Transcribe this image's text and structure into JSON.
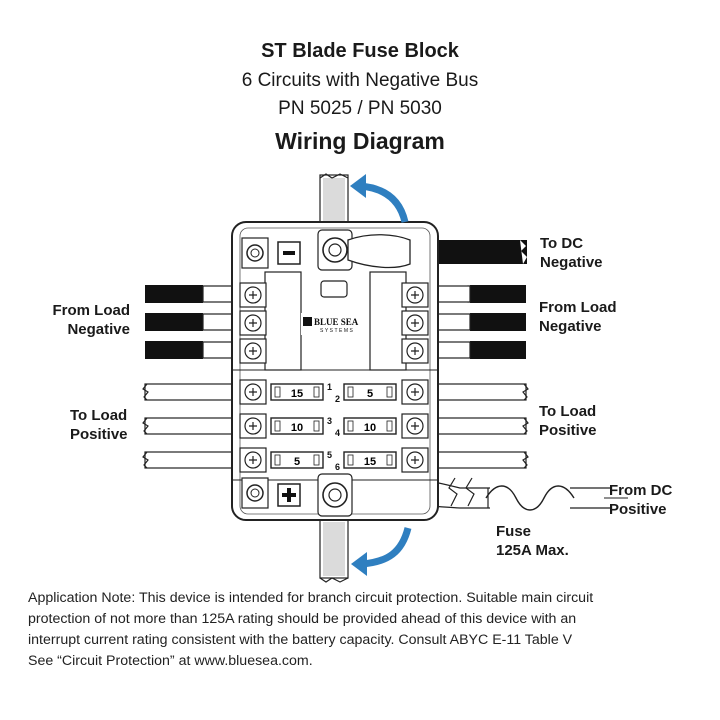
{
  "header": {
    "title": "ST Blade Fuse Block",
    "subtitle": "6 Circuits with Negative Bus",
    "part_numbers": "PN 5025 / PN 5030",
    "heading": "Wiring Diagram"
  },
  "labels": {
    "to_dc_negative": [
      "To DC",
      "Negative"
    ],
    "from_load_negative_left": [
      "From Load",
      "Negative"
    ],
    "from_load_negative_right": [
      "From Load",
      "Negative"
    ],
    "to_load_positive_left": [
      "To Load",
      "Positive"
    ],
    "to_load_positive_right": [
      "To Load",
      "Positive"
    ],
    "from_dc_positive": [
      "From DC",
      "Positive"
    ],
    "fuse": [
      "Fuse",
      "125A Max."
    ]
  },
  "terminals": {
    "negative_symbol": "−",
    "positive_symbol": "+"
  },
  "brand": {
    "line1": "BLUE SEA",
    "line2": "SYSTEMS"
  },
  "fuses": [
    {
      "circuit": "1",
      "rating": "15"
    },
    {
      "circuit": "2",
      "rating": "5"
    },
    {
      "circuit": "3",
      "rating": "10"
    },
    {
      "circuit": "4",
      "rating": "10"
    },
    {
      "circuit": "5",
      "rating": "5"
    },
    {
      "circuit": "6",
      "rating": "15"
    }
  ],
  "application_note": [
    "Application Note:  This device is intended for branch circuit protection. Suitable main circuit",
    "protection of not more than 125A rating should be provided ahead of this device with an",
    "interrupt current rating consistent with the battery capacity. Consult ABYC E-11 Table V",
    "See “Circuit Protection” at www.bluesea.com."
  ],
  "colors": {
    "arrow": "#2f7fc0",
    "wire_negative": "#111111",
    "outline": "#222222"
  }
}
